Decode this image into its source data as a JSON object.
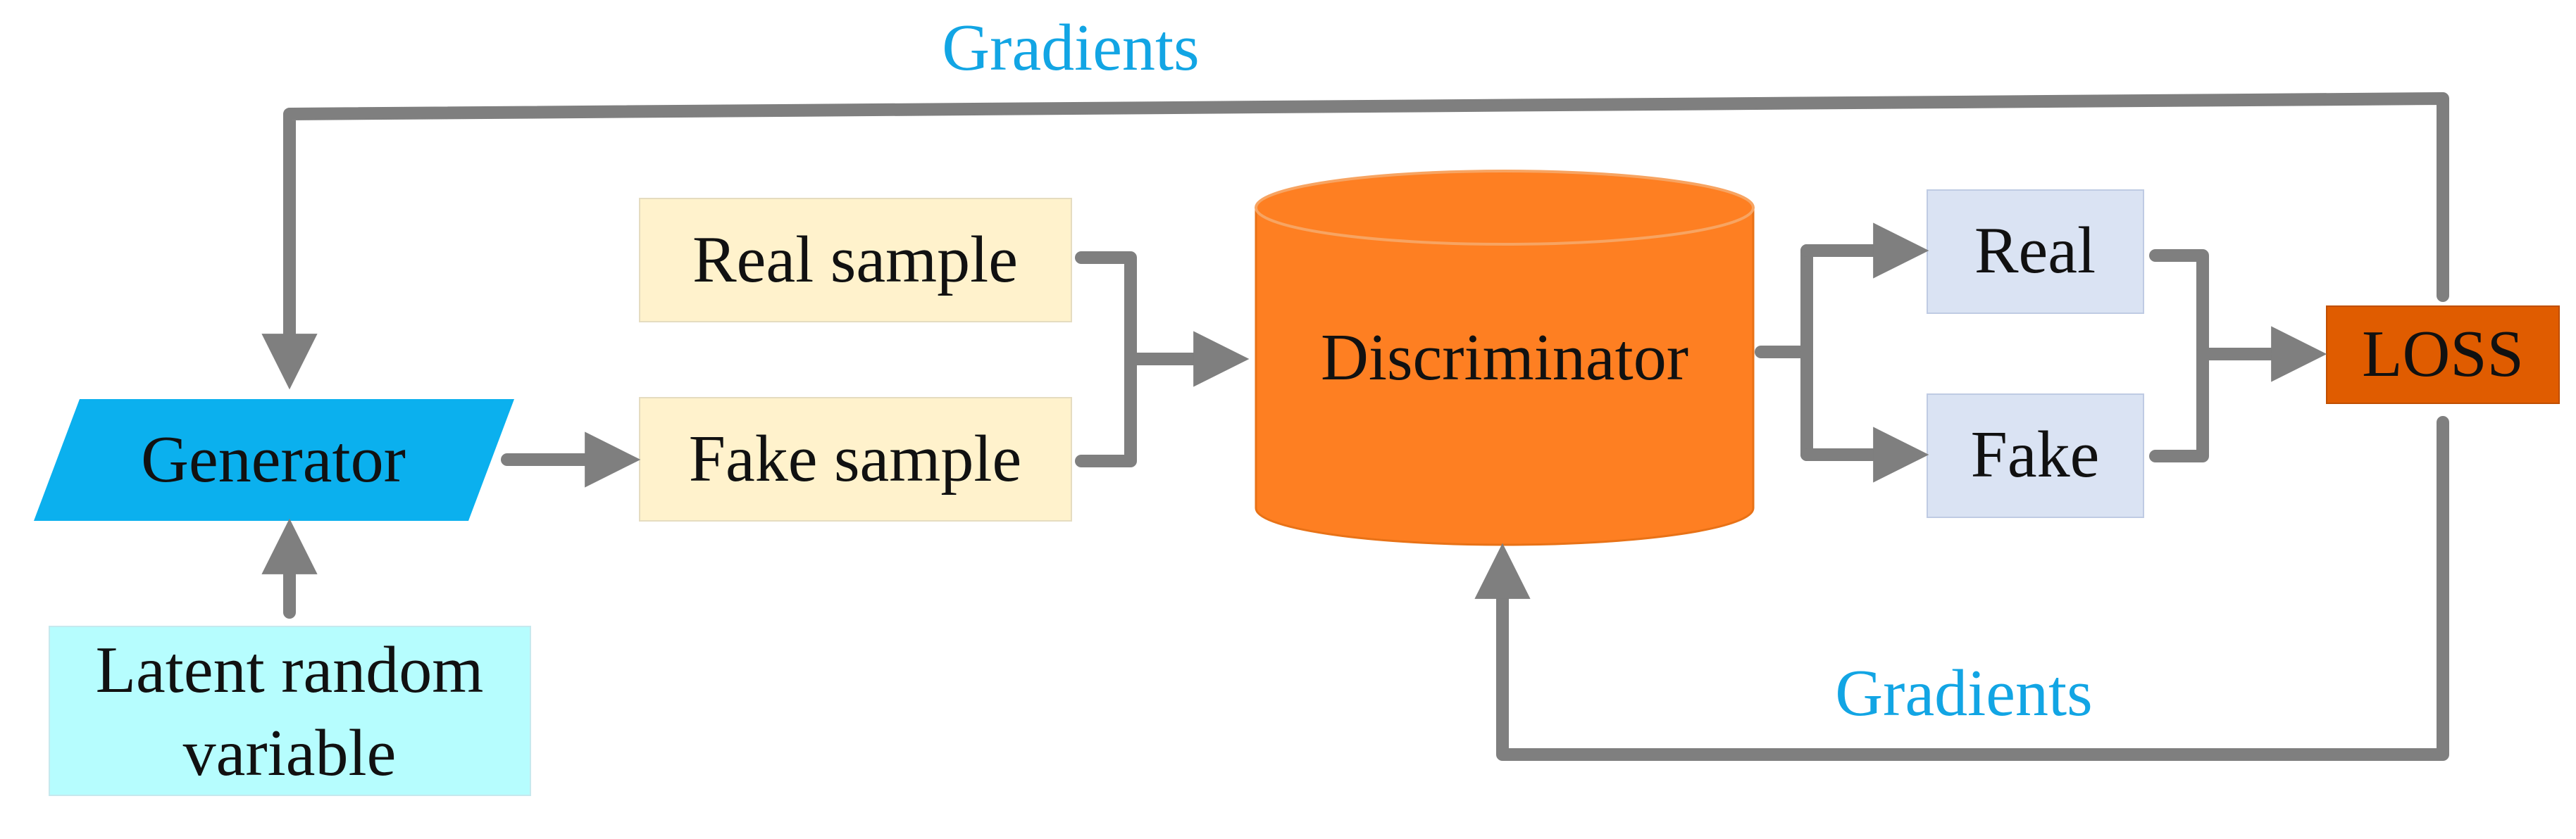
{
  "nodes": {
    "generator": {
      "label": "Generator"
    },
    "latent_line1": {
      "label": "Latent random"
    },
    "latent_line2": {
      "label": "variable"
    },
    "real_sample": {
      "label": "Real sample"
    },
    "fake_sample": {
      "label": "Fake sample"
    },
    "discriminator": {
      "label": "Discriminator"
    },
    "real": {
      "label": "Real"
    },
    "fake": {
      "label": "Fake"
    },
    "loss": {
      "label": "LOSS"
    }
  },
  "annotations": {
    "gradients_top": "Gradients",
    "gradients_bottom": "Gradients"
  },
  "colors": {
    "generator_fill": "#0BB0EE",
    "latent_fill": "#B6FDFE",
    "sample_fill": "#FFF2CC",
    "discriminator_fill": "#FE7F22",
    "class_fill": "#DAE3F3",
    "loss_fill": "#E05C00",
    "arrow": "#7F7F7F",
    "gradients_text": "#12A5E4"
  }
}
